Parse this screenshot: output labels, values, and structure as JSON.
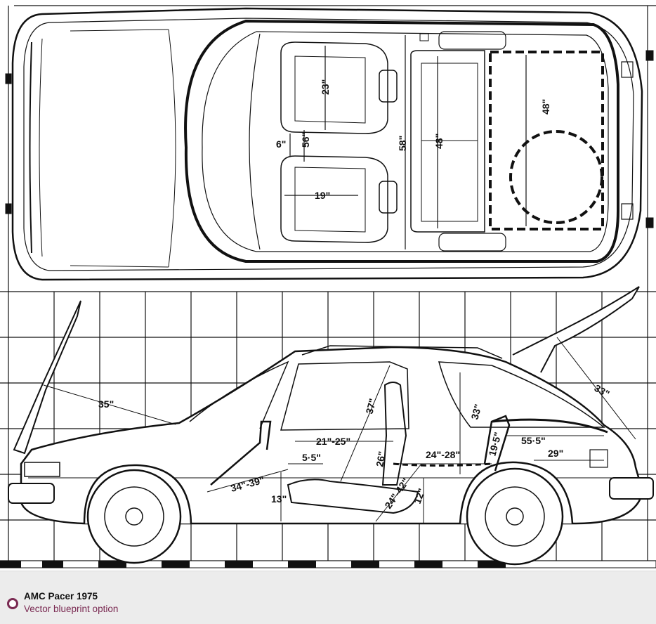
{
  "top_view": {
    "dimensions": [
      {
        "id": "seat-depth",
        "text": "23\""
      },
      {
        "id": "seat-gap",
        "text": "6\""
      },
      {
        "id": "front-shoulder",
        "text": "56\""
      },
      {
        "id": "seat-width",
        "text": "19\""
      },
      {
        "id": "cabin-width",
        "text": "58\""
      },
      {
        "id": "rear-seat-width",
        "text": "48\""
      },
      {
        "id": "cargo-width",
        "text": "48\""
      }
    ]
  },
  "side_view": {
    "dimensions": [
      {
        "id": "hood-opening",
        "text": "35\""
      },
      {
        "id": "headroom-front",
        "text": "37\""
      },
      {
        "id": "headroom-rear",
        "text": "33\""
      },
      {
        "id": "hatch-opening",
        "text": "33\""
      },
      {
        "id": "seat-travel",
        "text": "21\"-25\""
      },
      {
        "id": "dash-depth",
        "text": "5·5\""
      },
      {
        "id": "pedal-reach",
        "text": "34\"-39\""
      },
      {
        "id": "seat-height",
        "text": "13\""
      },
      {
        "id": "seatback-height",
        "text": "26\""
      },
      {
        "id": "front-legroom",
        "text": "24\"-42\""
      },
      {
        "id": "rear-seat-depth",
        "text": "24\"-28\""
      },
      {
        "id": "rear-seatback",
        "text": "19·5\""
      },
      {
        "id": "cargo-length",
        "text": "55·5\""
      },
      {
        "id": "cargo-short",
        "text": "29\""
      },
      {
        "id": "rear-seat-height",
        "text": "12\""
      }
    ]
  },
  "footer": {
    "title": "AMC Pacer 1975",
    "subtitle": "Vector blueprint option"
  }
}
